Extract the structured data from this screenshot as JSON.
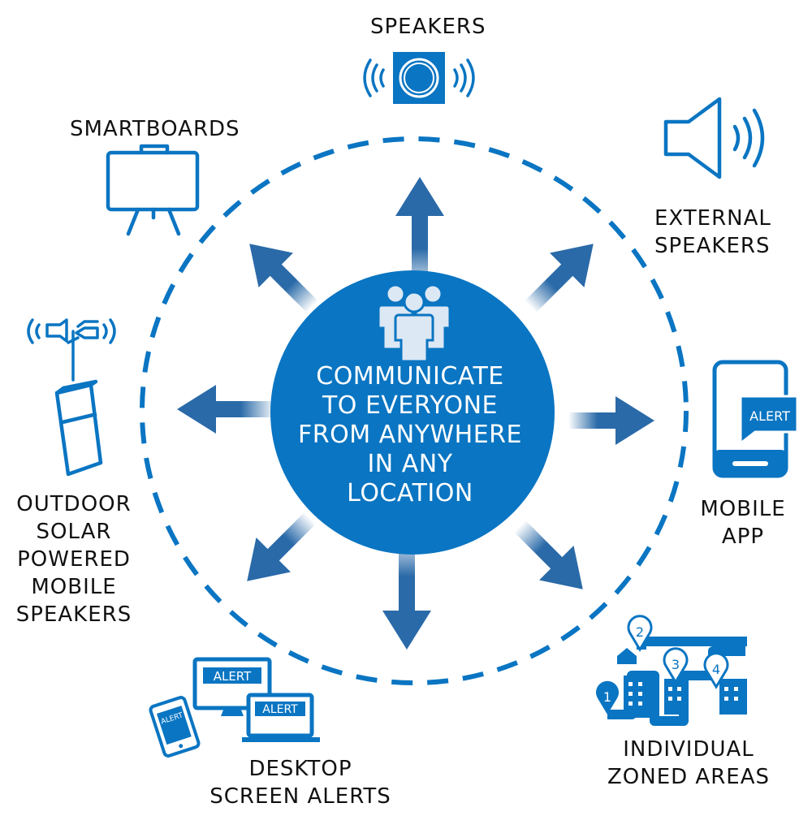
{
  "center": {
    "lines": [
      "COMMUNICATE",
      "TO EVERYONE",
      "FROM ANYWHERE",
      "IN ANY",
      "LOCATION"
    ],
    "icon": "people-group-icon"
  },
  "nodes": {
    "speakers": {
      "lines": [
        "SPEAKERS"
      ],
      "icon": "ceiling-speaker-icon"
    },
    "external_speakers": {
      "lines": [
        "EXTERNAL",
        "SPEAKERS"
      ],
      "icon": "loudspeaker-icon"
    },
    "mobile_app": {
      "lines": [
        "MOBILE",
        "APP"
      ],
      "icon": "smartphone-alert-icon",
      "alert_text": "ALERT"
    },
    "zoned_areas": {
      "lines": [
        "INDIVIDUAL",
        "ZONED AREAS"
      ],
      "icon": "zoned-map-icon",
      "pins": [
        "1",
        "2",
        "3",
        "4"
      ]
    },
    "desktop_alerts": {
      "lines": [
        "DESKTOP",
        "SCREEN ALERTS"
      ],
      "icon": "desktop-alert-icon",
      "alert_text": "ALERT"
    },
    "outdoor_speakers": {
      "lines": [
        "OUTDOOR",
        "SOLAR",
        "POWERED",
        "MOBILE",
        "SPEAKERS"
      ],
      "icon": "solar-speaker-tower-icon"
    },
    "smartboards": {
      "lines": [
        "SMARTBOARDS"
      ],
      "icon": "smartboard-easel-icon"
    }
  },
  "colors": {
    "primary": "#0a75c2",
    "arrow": "#2a6aa8",
    "label": "#111111",
    "center_text": "#ffffff"
  }
}
